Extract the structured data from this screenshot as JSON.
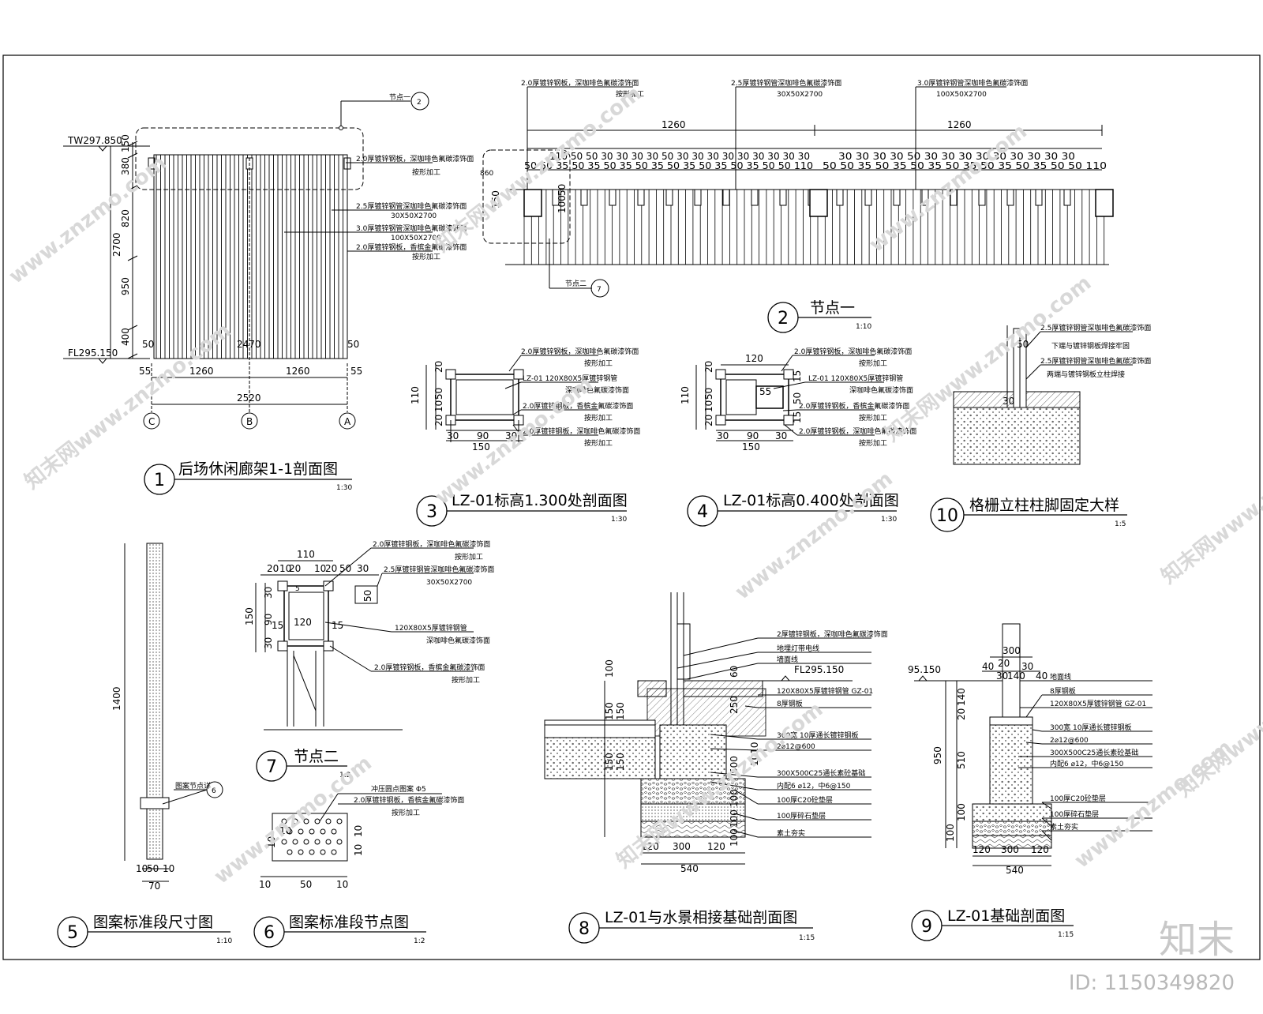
{
  "watermarks": {
    "site": "www.znzmo.com",
    "brand_cn": "知末网"
  },
  "corner": {
    "brand": "知末",
    "image_id": "ID: 1150349820"
  },
  "details": [
    {
      "num": "1",
      "title": "后场休闲廊架1-1剖面图",
      "scale": "1:30"
    },
    {
      "num": "2",
      "title": "节点一",
      "scale": "1:10"
    },
    {
      "num": "3",
      "title": "LZ-01标高1.300处剖面图",
      "scale": "1:30"
    },
    {
      "num": "4",
      "title": "LZ-01标高0.400处剖面图",
      "scale": "1:30"
    },
    {
      "num": "10",
      "title": "格栅立柱柱脚固定大样",
      "scale": "1:5"
    },
    {
      "num": "5",
      "title": "图案标准段尺寸图",
      "scale": "1:10"
    },
    {
      "num": "6",
      "title": "图案标准段节点图",
      "scale": "1:2"
    },
    {
      "num": "7",
      "title": "节点二",
      "scale": "1:2"
    },
    {
      "num": "8",
      "title": "LZ-01与水景相接基础剖面图",
      "scale": "1:15"
    },
    {
      "num": "9",
      "title": "LZ-01基础剖面图",
      "scale": "1:15"
    }
  ],
  "d1": {
    "tw": "TW297.850",
    "fl": "FL295.150",
    "node_ref": "节点一",
    "node_no": "2",
    "vdims": [
      "150",
      "380",
      "820",
      "2700",
      "950",
      "400"
    ],
    "hdims": [
      "55",
      "1260",
      "1260",
      "55"
    ],
    "total": "2520",
    "inner": "2470",
    "edge": [
      "50",
      "50"
    ],
    "axes": [
      "C",
      "B",
      "A"
    ],
    "notes": [
      "2.0厚镀锌钢板，深咖啡色氟碳漆饰面",
      "按形加工",
      "2.5厚镀锌钢管深咖啡色氟碳漆饰面",
      "30X50X2700",
      "3.0厚镀锌钢管深咖啡色氟碳漆饰面",
      "100X50X2700",
      "2.0厚镀锌钢板，香槟金氟碳漆饰面",
      "按形加工"
    ]
  },
  "d2": {
    "notes": [
      "2.0厚镀锌钢板，深咖啡色氟碳漆饰面",
      "按形加工",
      "2.5厚镀锌钢管深咖啡色氟碳漆饰面",
      "30X50X2700",
      "3.0厚镀锌钢管深咖啡色氟碳漆饰面",
      "100X50X2700"
    ],
    "spans": [
      "1260",
      "1260"
    ],
    "seq_left": "110 50 50 30 30 30 30 50 30 30 30 30 30 30 30 30 30",
    "seq_left2": "50 50 35 50 35 50 35 50 35 50 35 50 35 50 35 50 50 110",
    "seq_right": "30 30 30 30 50 30 30 30 30 30 30 30 30 30",
    "seq_right2": "50 50 35 50 35 50 35 50 35 50 35 50 35 50 50 110",
    "left_dims": [
      "860",
      "150"
    ],
    "post_dims": [
      "100",
      "50"
    ],
    "node2_ref": "节点二",
    "node2_no": "7"
  },
  "d3": {
    "notes": [
      "2.0厚镀锌钢板，深咖啡色氟碳漆饰面",
      "按形加工",
      "LZ-01 120X80X5厚镀锌钢管",
      "深咖啡色氟碳漆饰面",
      "2.0厚镀锌钢板，香槟金氟碳漆饰面",
      "按形加工",
      "2.0厚镀锌钢板，深咖啡色氟碳漆饰面",
      "按形加工"
    ],
    "vdims": [
      "20",
      "110",
      "50",
      "10",
      "20"
    ],
    "hdims": [
      "30",
      "90",
      "30"
    ],
    "total": "150"
  },
  "d4": {
    "notes": [
      "2.0厚镀锌钢板，深咖啡色氟碳漆饰面",
      "按形加工",
      "LZ-01 120X80X5厚镀锌钢管",
      "深咖啡色氟碳漆饰面",
      "2.0厚镀锌钢板，香槟金氟碳漆饰面",
      "按形加工",
      "2.0厚镀锌钢板，深咖啡色氟碳漆饰面",
      "按形加工"
    ],
    "top": "120",
    "vdims": [
      "20",
      "110",
      "50",
      "10",
      "20"
    ],
    "rdims": [
      "15",
      "55",
      "50",
      "15"
    ],
    "hdims": [
      "30",
      "90",
      "30"
    ],
    "total": "150"
  },
  "d10": {
    "notes": [
      "2.5厚镀锌钢管深咖啡色氟碳漆饰面",
      "下端与镀锌钢板焊接牢固",
      "2.5厚镀锌钢管深咖啡色氟碳漆饰面",
      "两端与镀锌钢板立柱焊接"
    ],
    "dims": [
      "50",
      "30"
    ]
  },
  "d5": {
    "height": "1400",
    "bottom": [
      "10",
      "50",
      "10"
    ],
    "width": "70",
    "ref": "图案节点详",
    "ref_no": "6"
  },
  "d6": {
    "notes": [
      "冲压圆点图案 Φ5",
      "2.0厚镀锌钢板，香槟金氟碳漆饰面",
      "按形加工"
    ],
    "dims": [
      "10",
      "10",
      "10",
      "10",
      "50",
      "10",
      "10"
    ]
  },
  "d7": {
    "notes": [
      "2.0厚镀锌钢板，深咖啡色氟碳漆饰面",
      "按形加工",
      "2.5厚镀锌钢管深咖啡色氟碳漆饰面",
      "30X50X2700",
      "120X80X5厚镀锌钢管",
      "深咖啡色氟碳漆饰面",
      "2.0厚镀锌钢板，香槟金氟碳漆饰面",
      "按形加工"
    ],
    "top": "110",
    "toprow": [
      "20",
      "10",
      "20",
      "10",
      "20",
      "50",
      "30"
    ],
    "left": [
      "30",
      "150",
      "90",
      "30"
    ],
    "inner": [
      "5",
      "15",
      "120",
      "15"
    ],
    "box": "50"
  },
  "d8": {
    "fl": "FL295.150",
    "notes": [
      "2厚镀锌钢板，深咖啡色氟碳漆饰面",
      "地埋灯带电线",
      "墙面线",
      "120X80X5厚镀锌钢管 GZ-01",
      "8厚钢板",
      "300宽 10厚通长镀锌钢板",
      "2⌀12@600",
      "300X500C25通长素砼基础",
      "内配6 ⌀12，中6@150",
      "100厚C20砼垫层",
      "100厚碎石垫层",
      "素土夯实"
    ],
    "vdims": [
      "100",
      "150",
      "150",
      "150",
      "150",
      "60",
      "250",
      "1010",
      "500",
      "100",
      "100",
      "100"
    ],
    "hdims": [
      "120",
      "300",
      "120"
    ],
    "total": "540"
  },
  "d9": {
    "elev": "95.150",
    "notes": [
      "地面线",
      "8厚钢板",
      "120X80X5厚镀锌钢管 GZ-01",
      "300宽 10厚通长镀锌钢板",
      "2⌀12@600",
      "300X500C25通长素砼基础",
      "内配6 ⌀12，中6@150",
      "100厚C20砼垫层",
      "100厚碎石垫层",
      "素土夯实"
    ],
    "top": "300",
    "toprow": [
      "40",
      "30",
      "140",
      "30",
      "40"
    ],
    "mid": "20",
    "vdims": [
      "140",
      "20",
      "950",
      "510",
      "100",
      "100"
    ],
    "hdims": [
      "120",
      "300",
      "120"
    ],
    "total": "540"
  }
}
